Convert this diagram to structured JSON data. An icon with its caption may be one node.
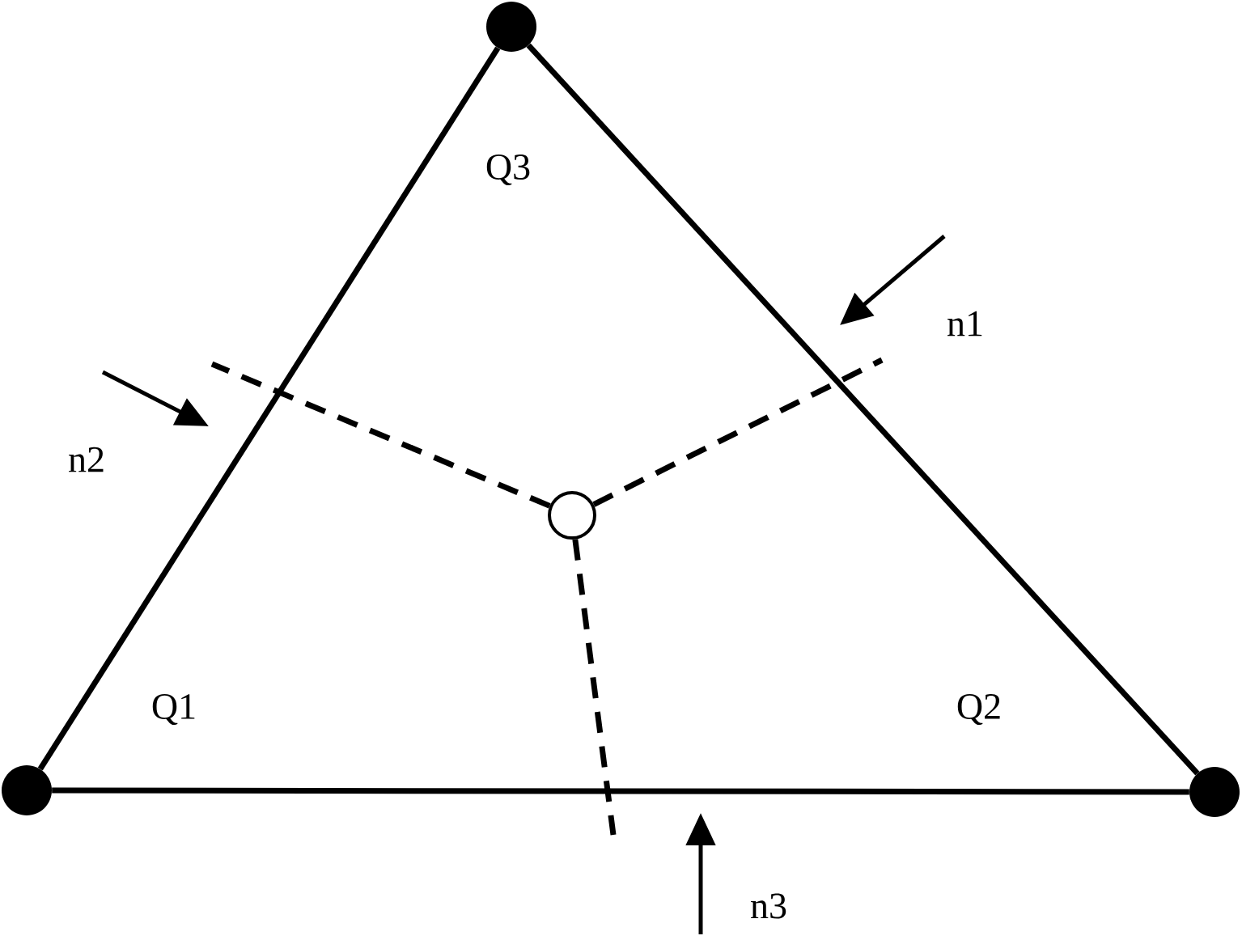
{
  "diagram": {
    "nodes": [
      {
        "text": [],
        "shape": "dot"
      },
      {
        "text": [],
        "shape": "dot"
      },
      {
        "text": [],
        "shape": "dot"
      },
      {
        "text": [],
        "shape": "circle"
      }
    ],
    "edges": [
      {
        "from": 0,
        "to": 1,
        "arrow": "none"
      },
      {
        "from": 0,
        "to": 2,
        "arrow": "none"
      },
      {
        "from": 1,
        "to": 2,
        "arrow": "none"
      },
      {
        "from": 3,
        "to": null,
        "arrow": "none",
        "style": "dashed"
      },
      {
        "from": 3,
        "to": null,
        "arrow": "none",
        "style": "dashed"
      },
      {
        "from": 3,
        "to": null,
        "arrow": "none",
        "style": "dashed"
      }
    ],
    "labels": [
      "Q3",
      "n1",
      "n2",
      "Q1",
      "Q2",
      "n3"
    ]
  }
}
